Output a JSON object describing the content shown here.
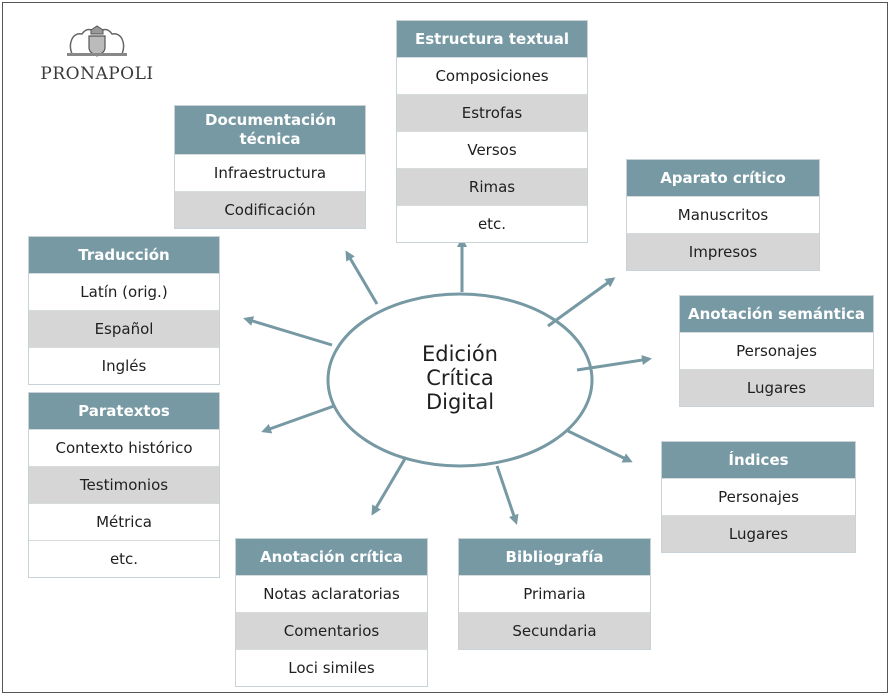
{
  "logo": {
    "text": "PRONAPOLI"
  },
  "center": {
    "lines": [
      "Edición",
      "Crítica",
      "Digital"
    ]
  },
  "colors": {
    "header": "#7699a3",
    "ellipse_stroke": "#7699a3",
    "arrow": "#7699a3",
    "shaded_row": "#d6d6d6"
  },
  "boxes": {
    "estructura": {
      "title": "Estructura textual",
      "items": [
        "Composiciones",
        "Estrofas",
        "Versos",
        "Rimas",
        "etc."
      ]
    },
    "documentacion": {
      "title": "Documentación técnica",
      "items": [
        "Infraestructura",
        "Codificación"
      ]
    },
    "aparato": {
      "title": "Aparato crítico",
      "items": [
        "Manuscritos",
        "Impresos"
      ]
    },
    "traduccion": {
      "title": "Traducción",
      "items": [
        "Latín (orig.)",
        "Español",
        "Inglés"
      ]
    },
    "anotacion_semantica": {
      "title": "Anotación semántica",
      "items": [
        "Personajes",
        "Lugares"
      ]
    },
    "paratextos": {
      "title": "Paratextos",
      "items": [
        "Contexto histórico",
        "Testimonios",
        "Métrica",
        "etc."
      ]
    },
    "indices": {
      "title": "Índices",
      "items": [
        "Personajes",
        "Lugares"
      ]
    },
    "anotacion_critica": {
      "title": "Anotación crítica",
      "items": [
        "Notas aclaratorias",
        "Comentarios",
        "Loci similes"
      ]
    },
    "bibliografia": {
      "title": "Bibliografía",
      "items": [
        "Primaria",
        "Secundaria"
      ]
    }
  }
}
